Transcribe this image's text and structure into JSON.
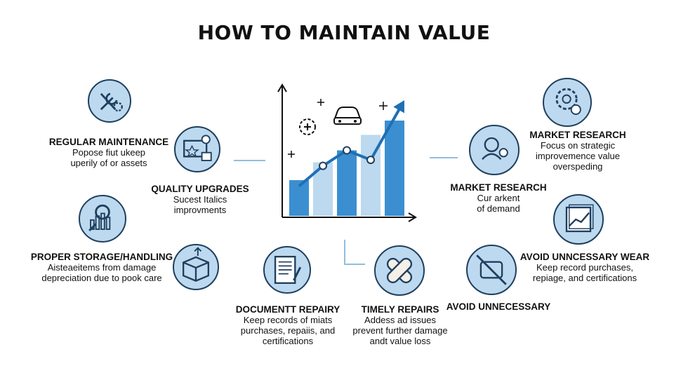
{
  "title": "HOW TO MAINTAIN VALUE",
  "colors": {
    "accent": "#3b8fd1",
    "accent_light": "#bcd9ef",
    "outline": "#1f3f5e"
  },
  "items": [
    {
      "id": "regular-maintenance",
      "icon": "wrench-gear-icon",
      "title": "REGULAR MAINTENANCE",
      "desc": [
        "Popose fiut ukeep",
        "uperily of or assets"
      ]
    },
    {
      "id": "quality-upgrades",
      "icon": "upgrade-board-icon",
      "title": "QUALITY UPGRADES",
      "desc": [
        "Sucest Italics",
        "improvments"
      ]
    },
    {
      "id": "proper-storage",
      "icon": "bar-chart-magnifier-icon",
      "title": "PROPER STORAGE/HANDLING",
      "desc": [
        "Aisteaeitems from damage",
        "depreciation due to pook care"
      ]
    },
    {
      "id": "storage-box",
      "icon": "box-arrow-icon"
    },
    {
      "id": "document-repair",
      "icon": "document-pen-icon",
      "title": "DOCUMENTT REPAIRY",
      "desc": [
        "Keep records of miats",
        "purchases, repaiis, and",
        "certifications"
      ]
    },
    {
      "id": "timely-repairs",
      "icon": "bandage-icon",
      "title": "TIMELY REPAIRS",
      "desc": [
        "Addess ad issues",
        "prevent further damage",
        "andt value loss"
      ]
    },
    {
      "id": "market-research-top",
      "icon": "gear-badge-icon",
      "title": "MARKET RESEARCH",
      "desc": [
        "Focus on strategic",
        "improvemence value",
        "overspeding"
      ]
    },
    {
      "id": "market-research",
      "icon": "person-search-icon",
      "title": "MARKET RESEARCH",
      "desc": [
        "Cur arkent",
        "of demand"
      ]
    },
    {
      "id": "avoid-wear",
      "icon": "trend-frame-icon",
      "title": "AVOID UNNCESSARY WEAR",
      "desc": [
        "Keep record purchases,",
        "repiage, and certifications"
      ]
    },
    {
      "id": "avoid-unnecessary",
      "icon": "crossed-tag-icon",
      "title": "AVOID UNNECESSARY"
    }
  ],
  "chart_data": {
    "type": "bar",
    "values": [
      30,
      45,
      55,
      68,
      80
    ],
    "trend": [
      25,
      42,
      55,
      47,
      95
    ],
    "title": "",
    "xlabel": "",
    "ylabel": "",
    "ylim": [
      0,
      100
    ],
    "icons": [
      "gear-plus-icon",
      "car-icon",
      "sparkle-icon"
    ]
  }
}
